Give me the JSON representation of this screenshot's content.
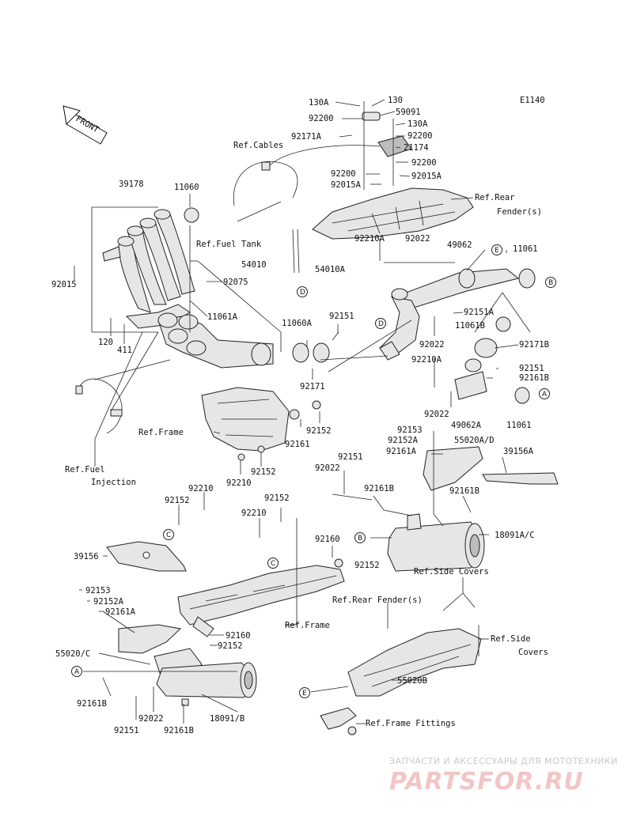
{
  "diagram_code": "E1140",
  "front_arrow_label": "FRONT",
  "watermark": {
    "line1": "ЗАПЧАСТИ И АКСЕССУАРЫ ДЛЯ МОТОТЕХНИКИ",
    "line2": "PARTSFOR.RU"
  },
  "references": {
    "cables": "Ref.Cables",
    "fuel_tank": "Ref.Fuel Tank",
    "rear_fender": "Ref.Rear",
    "rear_fender_2": "Fender(s)",
    "frame_1": "Ref.Frame",
    "fuel_injection": "Ref.Fuel",
    "fuel_injection_2": "Injection",
    "side_covers_top": "Ref.Side Covers",
    "rear_fender_lower": "Ref.Rear Fender(s)",
    "side_covers_right": "Ref.Side",
    "side_covers_right_2": "Covers",
    "frame_2": "Ref.Frame",
    "frame_fittings": "Ref.Frame Fittings"
  },
  "parts": {
    "p130A_top": "130A",
    "p130": "130",
    "p59091": "59091",
    "p92200_a": "92200",
    "p130A_b": "130A",
    "p92171A": "92171A",
    "p92200_b": "92200",
    "p21174": "21174",
    "p92200_c": "92200",
    "p92200_d": "92200",
    "p92015A_a": "92015A",
    "p92015A_b": "92015A",
    "p39178": "39178",
    "p11060": "11060",
    "p92015": "92015",
    "p92075": "92075",
    "p11061A": "11061A",
    "p120": "120",
    "p411": "411",
    "p54010": "54010",
    "p54010A": "54010A",
    "p92210A_a": "92210A",
    "p92022_a": "92022",
    "p49062": "49062",
    "p11061": "11061",
    "p92151A": "92151A",
    "p11061B": "11061B",
    "p92151_a": "92151",
    "p11060A": "11060A",
    "p92022_b": "92022",
    "p92171B": "92171B",
    "p92210A_b": "92210A",
    "p92151_b": "92151",
    "p92161B_a": "92161B",
    "p92171": "92171",
    "p92022_c": "92022",
    "p49062A": "49062A",
    "p11061_b": "11061",
    "p92161": "92161",
    "p92152_a": "92152",
    "p92153_a": "92153",
    "p92152A_a": "92152A",
    "p55020AD": "55020A/D",
    "p92161A_a": "92161A",
    "p39156A": "39156A",
    "p92152_b": "92152",
    "p92210_a": "92210",
    "p92151_c": "92151",
    "p92022_d": "92022",
    "p92161B_b": "92161B",
    "p92161B_c": "92161B",
    "p92210_b": "92210",
    "p92152_c": "92152",
    "p92152_d": "92152",
    "p92210_c": "92210",
    "p18091AC": "18091A/C",
    "p92160_a": "92160",
    "p92152_e": "92152",
    "p39156": "39156",
    "p92153_b": "92153",
    "p92152A_b": "92152A",
    "p92161A_b": "92161A",
    "p92160_b": "92160",
    "p92152_f": "92152",
    "p55020C": "55020/C",
    "p55020B": "55020B",
    "p92161B_d": "92161B",
    "p92022_e": "92022",
    "p18091B": "18091/B",
    "p92151_d": "92151",
    "p92161B_e": "92161B"
  },
  "circle_letters": {
    "D_top": "D",
    "E_top": "E",
    "B_top": "B",
    "D_mid": "D",
    "A_mid": "A",
    "C_left": "C",
    "C_mid": "C",
    "B_mid": "B",
    "A_bottom": "A",
    "E_bottom": "E"
  }
}
